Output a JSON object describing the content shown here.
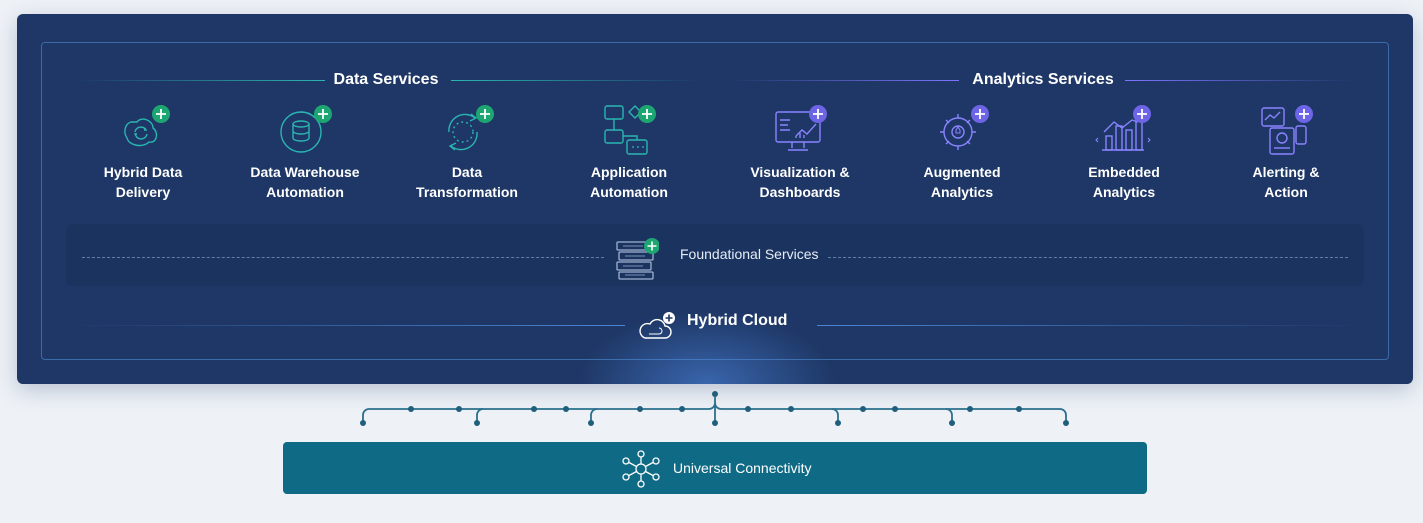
{
  "data_services": {
    "title": "Data Services",
    "items": [
      {
        "line1": "Hybrid Data",
        "line2": "Delivery",
        "icon": "hybrid-data-delivery-icon"
      },
      {
        "line1": "Data Warehouse",
        "line2": "Automation",
        "icon": "data-warehouse-icon"
      },
      {
        "line1": "Data",
        "line2": "Transformation",
        "icon": "data-transformation-icon"
      },
      {
        "line1": "Application",
        "line2": "Automation",
        "icon": "application-automation-icon"
      }
    ]
  },
  "analytics_services": {
    "title": "Analytics Services",
    "items": [
      {
        "line1": "Visualization &",
        "line2": "Dashboards",
        "icon": "dashboard-icon"
      },
      {
        "line1": "Augmented",
        "line2": "Analytics",
        "icon": "augmented-analytics-icon"
      },
      {
        "line1": "Embedded",
        "line2": "Analytics",
        "icon": "embedded-analytics-icon"
      },
      {
        "line1": "Alerting &",
        "line2": "Action",
        "icon": "alerting-icon"
      }
    ]
  },
  "foundational": {
    "label": "Foundational Services",
    "icon": "stacked-books-icon"
  },
  "hybrid_cloud": {
    "label": "Hybrid Cloud",
    "icon": "cloud-plus-icon"
  },
  "connectivity": {
    "label": "Universal Connectivity",
    "icon": "network-hub-icon"
  },
  "colors": {
    "panel": "#1e3766",
    "data_accent": "#2bb5b0",
    "analytics_accent": "#7c75ff",
    "connectivity": "#0f6b85",
    "plus_green": "#1ea672"
  }
}
